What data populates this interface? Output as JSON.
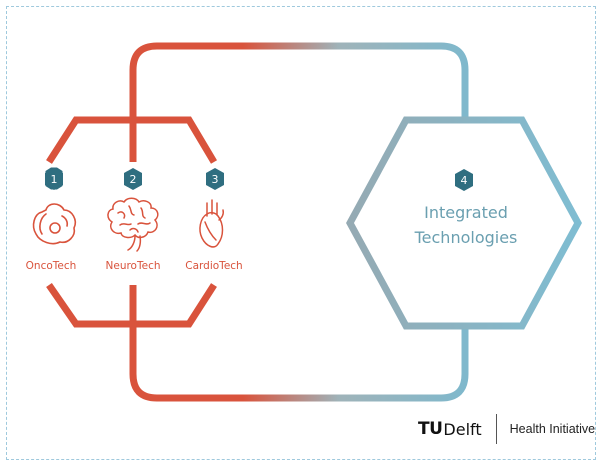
{
  "colors": {
    "accent_red": "#d9533c",
    "accent_blue": "#7fb8cc",
    "badge": "#2f6e80",
    "frame": "#9fc9dd"
  },
  "areas": [
    {
      "number": "1",
      "label": "OncoTech",
      "icon": "cell-icon"
    },
    {
      "number": "2",
      "label": "NeuroTech",
      "icon": "brain-icon"
    },
    {
      "number": "3",
      "label": "CardioTech",
      "icon": "heart-icon"
    }
  ],
  "integrated": {
    "number": "4",
    "line1": "Integrated",
    "line2": "Technologies"
  },
  "logo": {
    "tu": "TU",
    "delft": "Delft",
    "tagline": "Health Initiative"
  }
}
